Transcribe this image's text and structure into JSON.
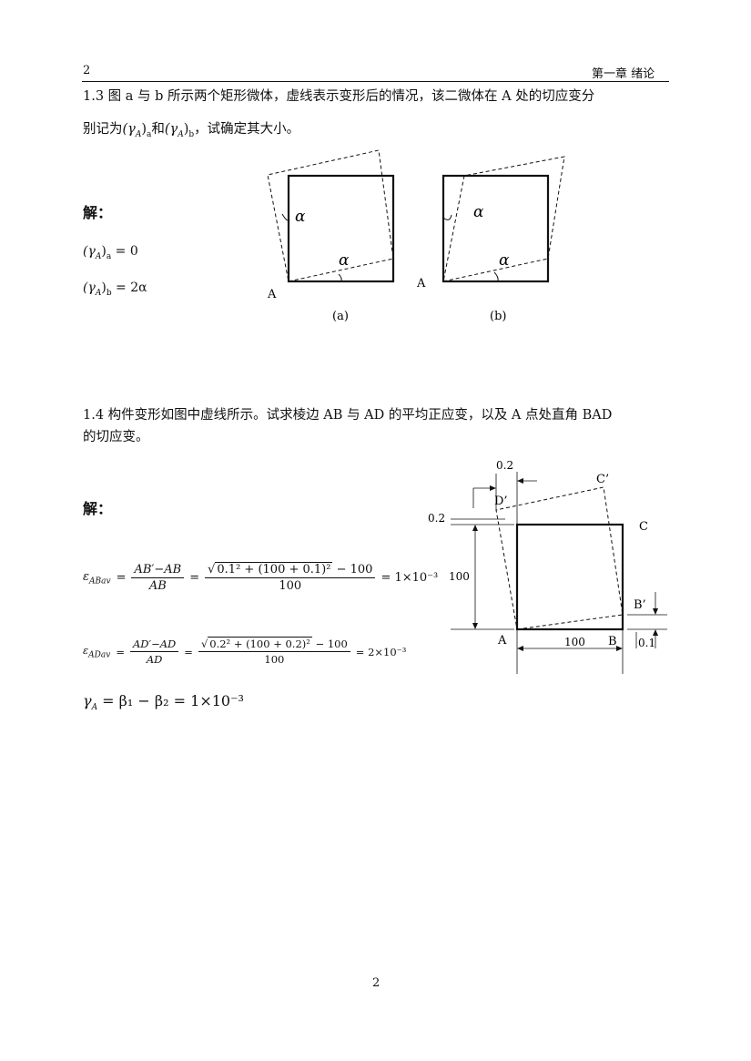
{
  "header": {
    "page_num": "2",
    "chapter": "第一章   绪论"
  },
  "problem_1_3": {
    "text_line1": "1.3  图 a 与 b 所示两个矩形微体，虚线表示变形后的情况，该二微体在 A 处的切应变分",
    "text_line2_pre": "别记为",
    "gamma_a": "(γ",
    "sub_A": "A",
    "close_a": ")",
    "sub_a": "a",
    "he": "和",
    "sub_b": "b",
    "text_line2_post": "，试确定其大小。",
    "solution_label": "解：",
    "eq1": "= 0",
    "eq2": "= 2α",
    "fig_a": {
      "corner": "A",
      "alpha_top": "α",
      "alpha_bottom": "α",
      "caption": "(a)"
    },
    "fig_b": {
      "corner": "A",
      "alpha_top": "α",
      "alpha_bottom": "α",
      "caption": "(b)"
    }
  },
  "problem_1_4": {
    "text_line1": "1.4  构件变形如图中虚线所示。试求棱边 AB 与 AD 的平均正应变，以及 A 点处直角 BAD",
    "text_line2": "的切应变。",
    "solution_label": "解：",
    "eps_ab": {
      "lhs": "ε",
      "lhs_sub": "ABav",
      "frac1_num": "AB′−AB",
      "frac1_den": "AB",
      "sqrt": "0.1² + (100 + 0.1)²",
      "minus": "− 100",
      "frac2_den": "100",
      "result": "= 1×10⁻³"
    },
    "eps_ad": {
      "lhs": "ε",
      "lhs_sub": "ADav",
      "frac1_num": "AD′−AD",
      "frac1_den": "AD",
      "sqrt": "0.2² + (100 + 0.2)²",
      "minus": "− 100",
      "frac2_den": "100",
      "result": "= 2×10⁻³"
    },
    "gamma": "γ",
    "gamma_sub": "A",
    "gamma_rhs": "= β₁ − β₂ = 1×10⁻³",
    "figure": {
      "dim_top": "0.2",
      "dim_left_top": "0.2",
      "dim_height": "100",
      "dim_width": "100",
      "dim_right": "0.1",
      "label_A": "A",
      "label_B": "B",
      "label_C": "C",
      "label_Cp": "C’",
      "label_Dp": "D’",
      "label_Bp": "B’"
    }
  },
  "footer": {
    "page_num": "2"
  }
}
